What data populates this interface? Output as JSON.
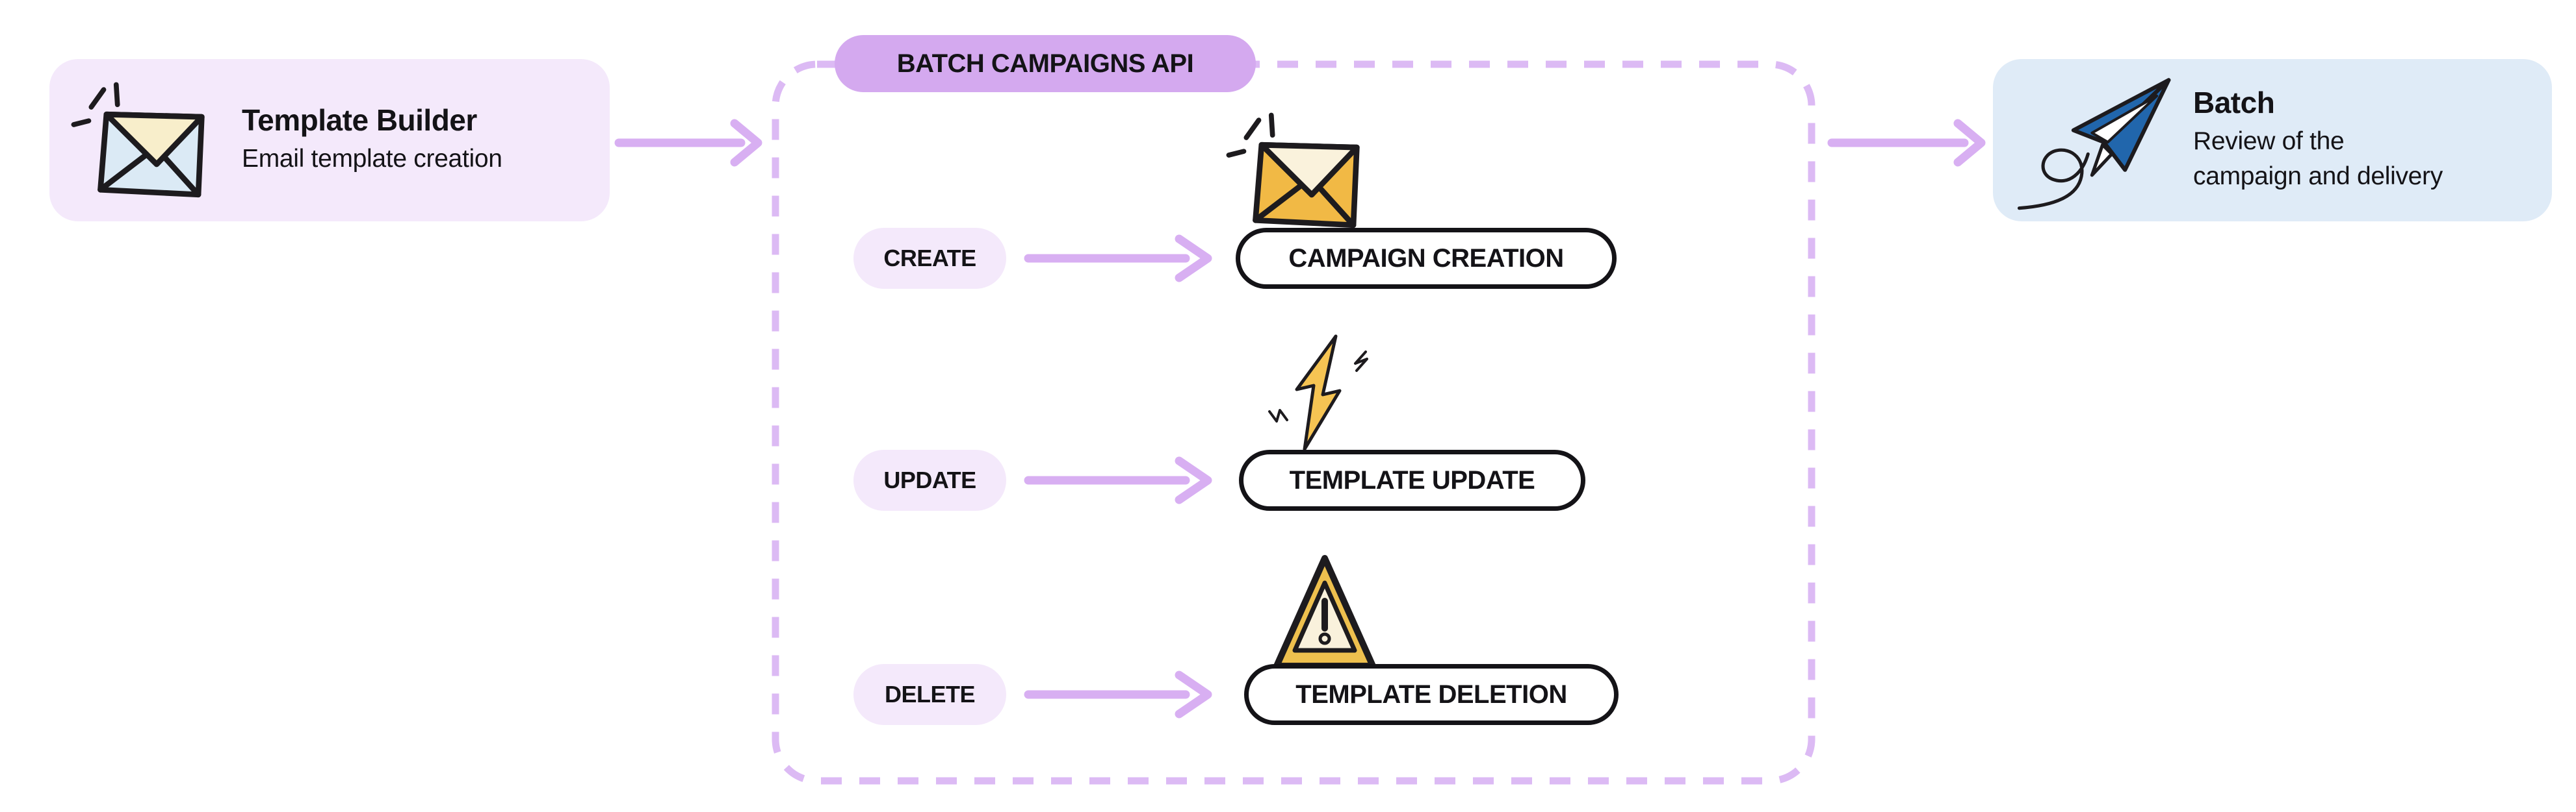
{
  "palette": {
    "ink": "#141317",
    "box-lavender": "#f4e9fb",
    "box-blue": "#dfebf7",
    "pill-purple": "#d4a9ef",
    "dash-purple": "#dcbaf4",
    "arrow-purple": "#d8aff2",
    "envelope-blue": "#dbeaf5",
    "envelope-cream": "#f8eecb",
    "envelope-orange": "#f1b945",
    "envelope-cream2": "#faf2dc",
    "bolt-gold": "#f6c453",
    "warn-gold": "#eec04e",
    "warn-cream": "#f9f1dc",
    "plane-blue": "#2166ac"
  },
  "nodes": {
    "left": {
      "icon": "envelope-icon",
      "title": "Template Builder",
      "subtitle": "Email template creation"
    },
    "right": {
      "icon": "paper-plane-icon",
      "title": "Batch",
      "subtitle_lines": [
        "Review of the",
        "campaign and delivery"
      ]
    }
  },
  "api_group": {
    "label": "BATCH CAMPAIGNS API",
    "rows": [
      {
        "action": "CREATE",
        "icon": "envelope-icon",
        "target": "CAMPAIGN CREATION"
      },
      {
        "action": "UPDATE",
        "icon": "lightning-icon",
        "target": "TEMPLATE UPDATE"
      },
      {
        "action": "DELETE",
        "icon": "warning-triangle-icon",
        "target": "TEMPLATE DELETION"
      }
    ]
  }
}
